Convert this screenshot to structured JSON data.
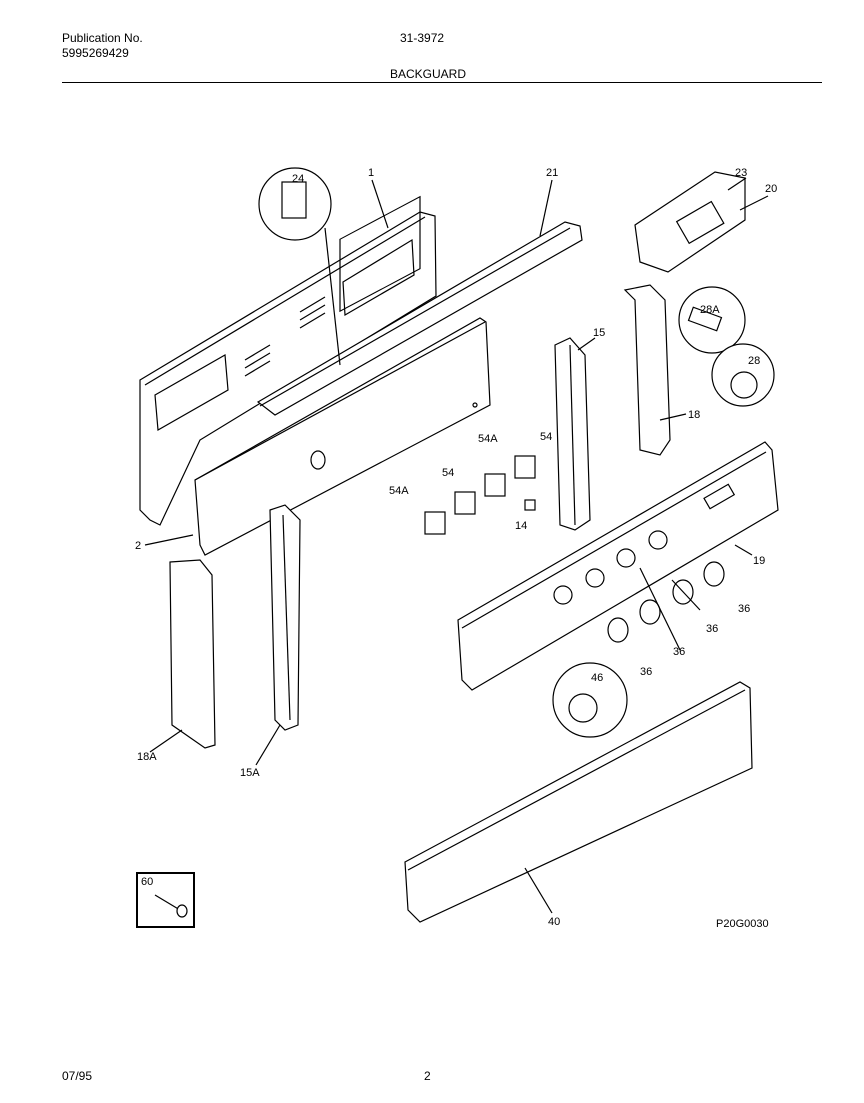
{
  "header": {
    "publication_label": "Publication No.",
    "publication_number": "5995269429",
    "document_code": "31-3972",
    "section_title": "BACKGUARD"
  },
  "diagram_code": "P20G0030",
  "part_labels": {
    "p1": "1",
    "p21": "21",
    "p23": "23",
    "p20": "20",
    "p24": "24",
    "p28a": "28A",
    "p28": "28",
    "p15": "15",
    "p18": "18",
    "p54a_top": "54A",
    "p54_top": "54",
    "p54_mid": "54",
    "p54a_left": "54A",
    "p14": "14",
    "p19": "19",
    "p2": "2",
    "p36_a": "36",
    "p36_b": "36",
    "p36_c": "36",
    "p36_d": "36",
    "p46": "46",
    "p18a": "18A",
    "p15a": "15A",
    "p40": "40",
    "p60": "60"
  },
  "footer": {
    "date": "07/95",
    "page": "2"
  }
}
